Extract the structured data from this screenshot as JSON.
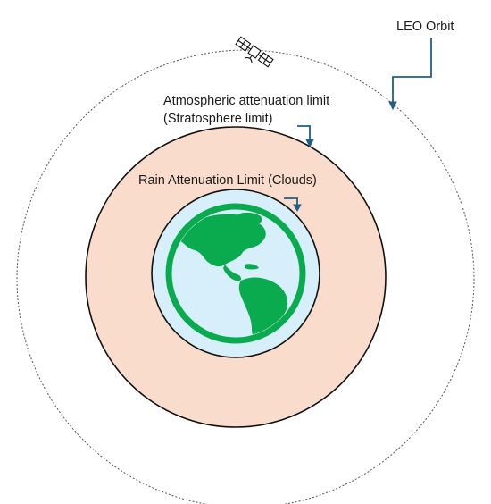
{
  "labels": {
    "leo_orbit": "LEO Orbit",
    "atmospheric_limit_line1": "Atmospheric attenuation limit",
    "atmospheric_limit_line2": "(Stratosphere limit)",
    "rain_limit": "Rain Attenuation Limit (Clouds)"
  },
  "icons": {
    "satellite": "satellite-icon",
    "earth": "globe-americas-icon"
  },
  "colors": {
    "leo_orbit_stroke": "#555555",
    "stratosphere_fill": "#f9dccc",
    "cloud_layer_fill": "#d6effa",
    "earth_land": "#0aaa4e",
    "arrow": "#1f5f86",
    "ring_stroke": "#111111"
  }
}
